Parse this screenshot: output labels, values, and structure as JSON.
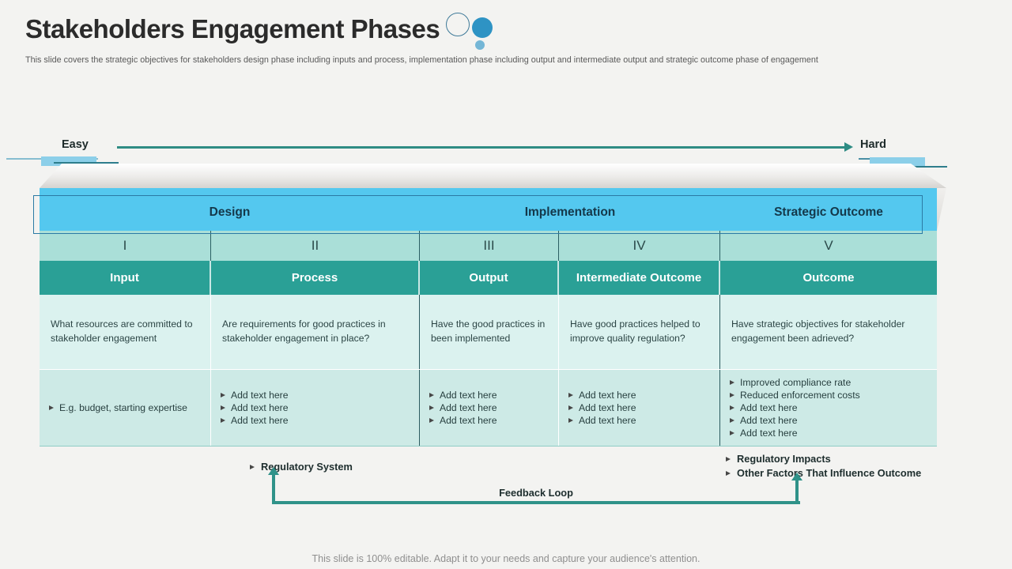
{
  "slide": {
    "title": "Stakeholders Engagement Phases",
    "subtitle": "This slide covers the strategic objectives for stakeholders design phase including inputs and process, implementation phase including output and  intermediate output and  strategic outcome phase of engagement",
    "footer": "This slide is 100% editable. Adapt it to your needs and capture your audience's attention."
  },
  "scale": {
    "left_label": "Easy",
    "right_label": "Hard"
  },
  "table": {
    "phase_headers": [
      {
        "label": "Design",
        "span": 2
      },
      {
        "label": "Implementation",
        "span": 2
      },
      {
        "label": "Strategic Outcome",
        "span": 1
      }
    ],
    "columns": [
      {
        "numeral": "I",
        "header": "Input",
        "question": "What resources are committed  to stakeholder  engagement",
        "bullets": [
          "E.g. budget, starting  expertise"
        ]
      },
      {
        "numeral": "II",
        "header": "Process",
        "question": "Are requirements for good practices in stakeholder  engagement  in place?",
        "bullets": [
          "Add text  here",
          "Add text  here",
          "Add text  here"
        ]
      },
      {
        "numeral": "III",
        "header": "Output",
        "question": "Have the good practices in been implemented",
        "bullets": [
          "Add text  here",
          "Add text  here",
          "Add text  here"
        ]
      },
      {
        "numeral": "IV",
        "header": "Intermediate Outcome",
        "question": "Have good practices helped to improve quality regulation?",
        "bullets": [
          "Add text  here",
          "Add text  here",
          "Add text  here"
        ]
      },
      {
        "numeral": "V",
        "header": "Outcome",
        "question": "Have strategic  objectives  for  stakeholder engagement  been adrieved?",
        "bullets": [
          "Improved  compliance rate",
          "Reduced enforcement  costs",
          "Add text  here",
          "Add text  here",
          "Add text  here"
        ]
      }
    ]
  },
  "annotations": {
    "regulatory_system": "Regulatory System",
    "regulatory_impacts": "Regulatory Impacts",
    "other_factors": "Other  Factors That Influence Outcome",
    "feedback_loop": "Feedback Loop"
  },
  "colors": {
    "phase_band": "#54c8ef",
    "stage_row": "#aadfd8",
    "header_row": "#2aa096",
    "question_row": "#dbf2ef",
    "bullet_row": "#cdeae6",
    "scale_line": "#2e8c84",
    "feedback_line": "#2f9289",
    "highlight_rect": "#8ccfe9",
    "outline_box": "#2b7aa4",
    "accent_circle": "#2e93c4"
  }
}
